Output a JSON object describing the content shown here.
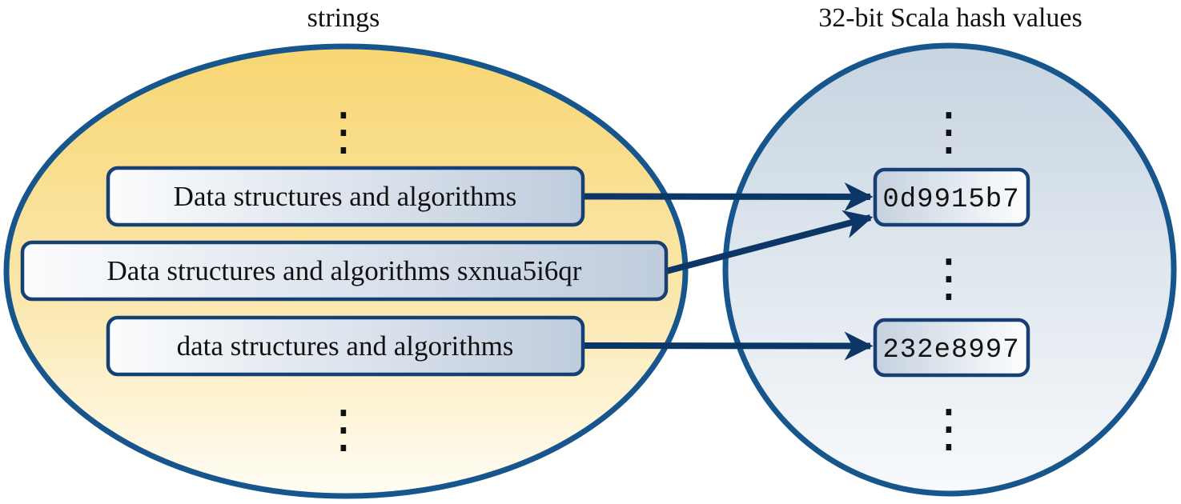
{
  "diagram": {
    "left_set": {
      "title": "strings",
      "items": [
        "Data structures and algorithms",
        "Data structures and algorithms sxnua5i6qr",
        "data structures and algorithms"
      ]
    },
    "right_set": {
      "title": "32-bit Scala hash values",
      "items": [
        "0d9915b7",
        "232e8997"
      ]
    },
    "mappings": [
      {
        "from": "Data structures and algorithms",
        "to": "0d9915b7"
      },
      {
        "from": "Data structures and algorithms sxnua5i6qr",
        "to": "0d9915b7"
      },
      {
        "from": "data structures and algorithms",
        "to": "232e8997"
      }
    ],
    "symbols": {
      "vdots": "⋮"
    },
    "colors": {
      "set_outline_blue": "#16568C",
      "box_outline_navy": "#163F73",
      "arrow_navy": "#0B3666",
      "strings_fill_top": "#F8D672",
      "strings_fill_bottom": "#FFFDF6",
      "hash_fill_top": "#C7D4E1",
      "hash_fill_bottom": "#F8FAFC",
      "text": "#111111"
    }
  }
}
